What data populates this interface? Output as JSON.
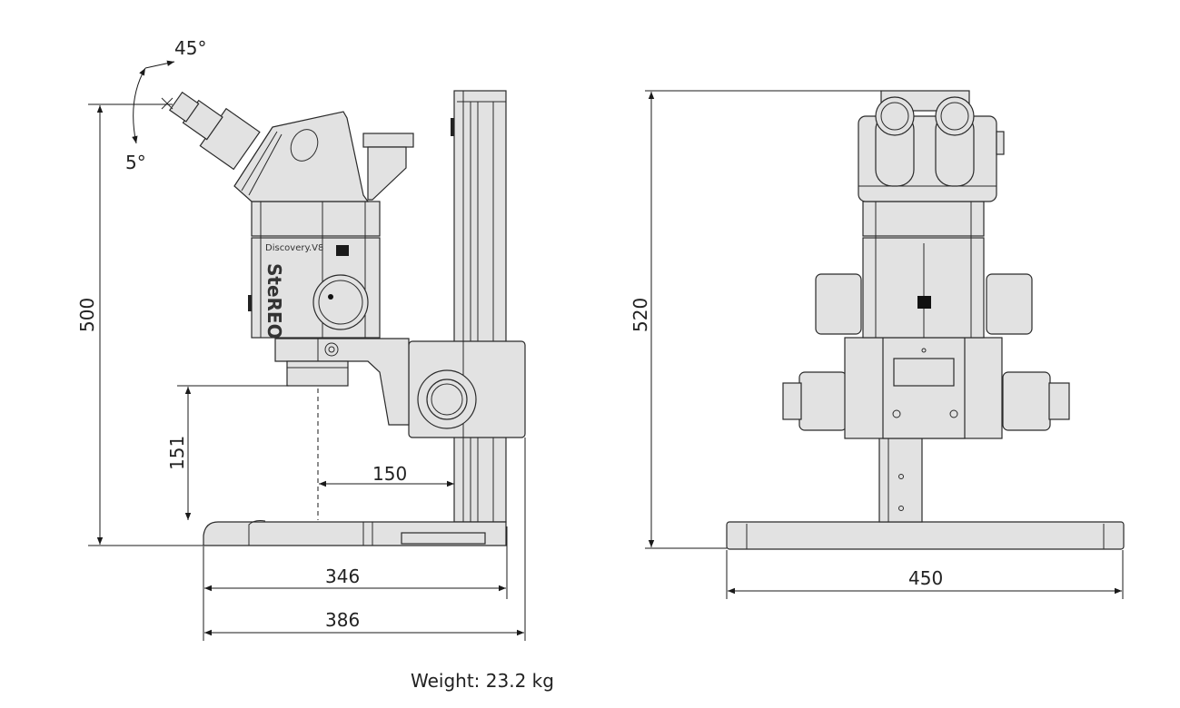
{
  "title": "Stereo microscope dimension drawing",
  "side_view": {
    "product_label": "Discovery.V8",
    "brand_label": "SteREO",
    "angle_max": "45°",
    "angle_min": "5°",
    "height_total": "500",
    "working_height": "151",
    "reach": "150",
    "base_depth": "346",
    "total_depth": "386"
  },
  "front_view": {
    "height_total": "520",
    "base_width": "450"
  },
  "weight_label": "Weight: 23.2 kg",
  "colors": {
    "fill": "#e2e2e2",
    "stroke": "#2a2a2a"
  }
}
